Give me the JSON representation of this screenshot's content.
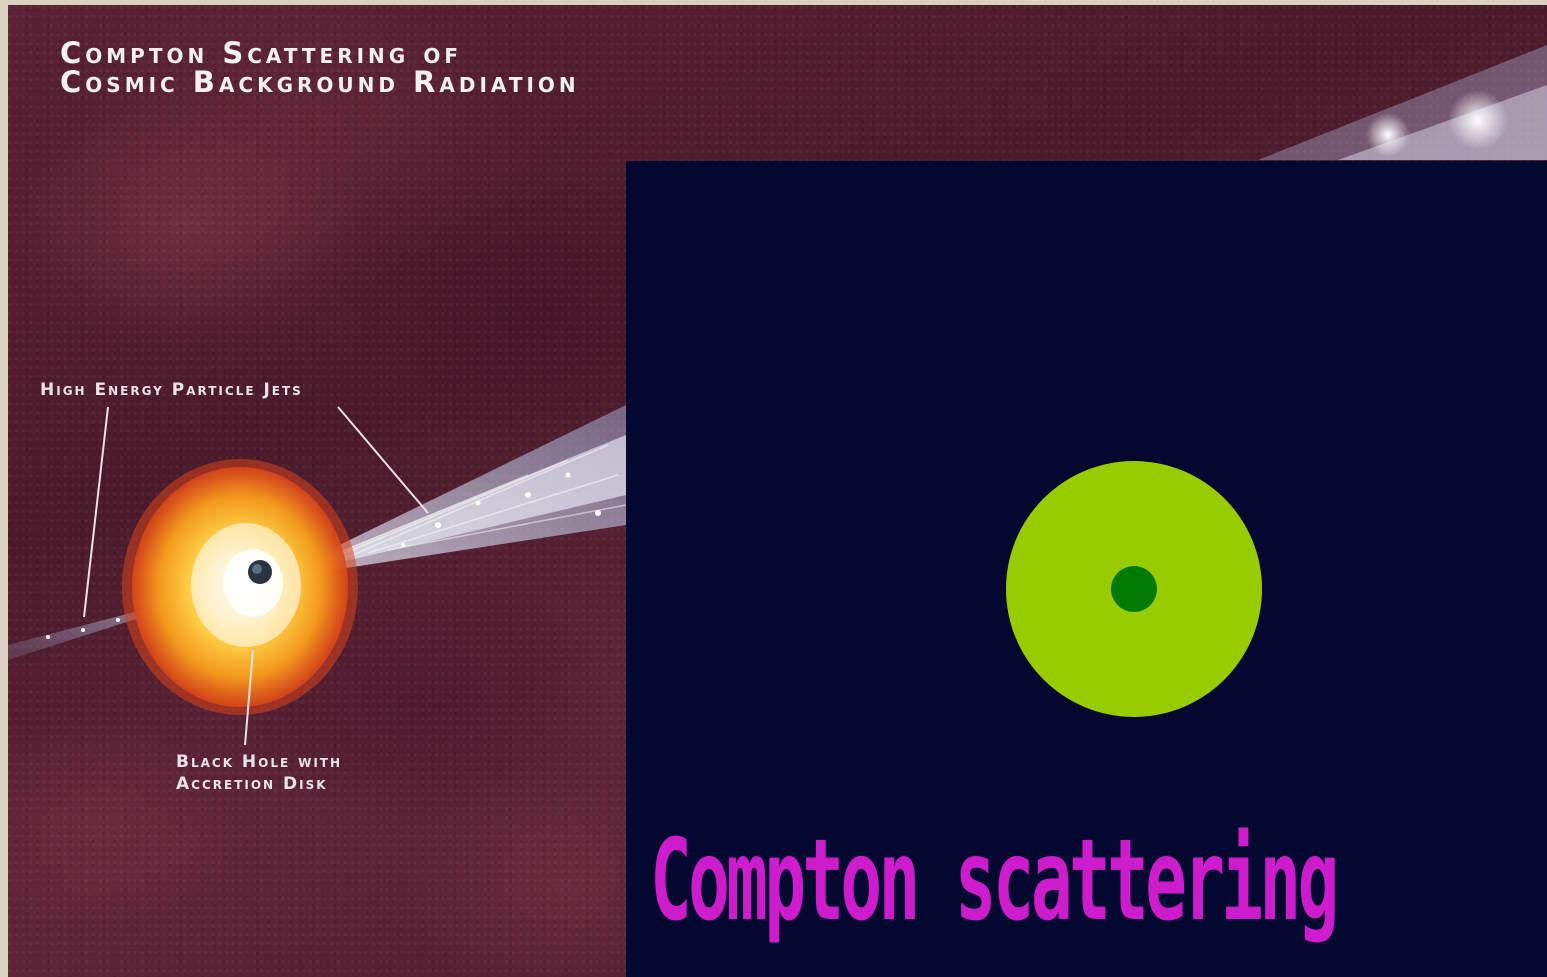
{
  "title": {
    "line1": "Compton Scattering of",
    "line2": "Cosmic Background Radiation"
  },
  "labels": {
    "jets": "High Energy Particle Jets",
    "black_hole_line1": "Black Hole with",
    "black_hole_line2": "Accretion Disk"
  },
  "animation_panel": {
    "caption": "Compton scattering",
    "background_color": "#02082e",
    "outer_circle_color": "#99cc00",
    "inner_dot_color": "#007a00",
    "caption_color": "#cc1ccc"
  }
}
